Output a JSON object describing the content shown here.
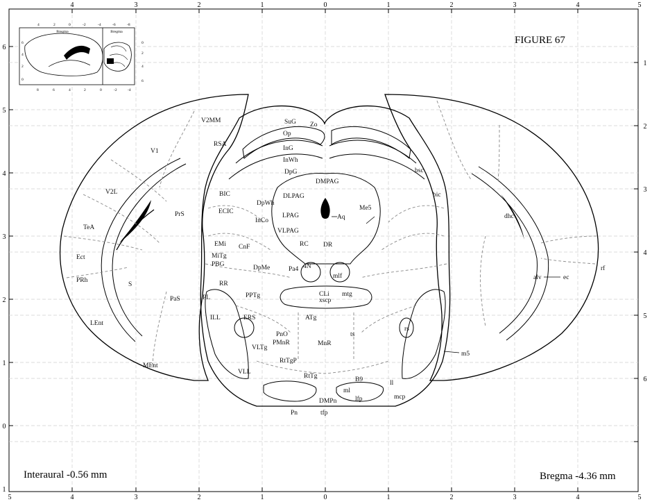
{
  "figure": {
    "title": "FIGURE 67"
  },
  "footer": {
    "interaural": "Interaural -0.56 mm",
    "bregma": "Bregma -4.36 mm"
  },
  "axes": {
    "top_ticks": [
      "4",
      "3",
      "2",
      "1",
      "0",
      "1",
      "2",
      "3",
      "4",
      "5"
    ],
    "bottom_ticks": [
      "5",
      "4",
      "3",
      "2",
      "1",
      "0",
      "1",
      "2",
      "3",
      "4",
      "5"
    ],
    "left_ticks": [
      "6",
      "5",
      "4",
      "3",
      "2",
      "1",
      "0",
      "1"
    ],
    "right_ticks": [
      "1",
      "2",
      "3",
      "4",
      "5",
      "6"
    ]
  },
  "inset": {
    "label_left": "Bregma",
    "label_right": "Bregma",
    "left_scale": [
      "6",
      "4",
      "2",
      "0"
    ],
    "bottom_scale": [
      "8",
      "6",
      "4",
      "2",
      "0",
      "-2",
      "-4"
    ],
    "top_scale": [
      "4",
      "2",
      "0",
      "-2",
      "-4",
      "-6",
      "-8"
    ],
    "right_scale": [
      "0",
      "2",
      "4",
      "6"
    ]
  },
  "regions": [
    "V2MM",
    "RSA",
    "V1",
    "V2L",
    "PrS",
    "TeA",
    "Ect",
    "PRh",
    "S",
    "LEnt",
    "PaS",
    "MEnt",
    "SuG",
    "Zo",
    "Op",
    "InG",
    "InWh",
    "DpG",
    "DMPAG",
    "DLPAG",
    "DpWh",
    "LPAG",
    "Aq",
    "Me5",
    "BIC",
    "ECIC",
    "InCo",
    "VLPAG",
    "EMi",
    "MiTg",
    "PBG",
    "CnF",
    "RC",
    "DR",
    "DpMe",
    "Pa4",
    "4N",
    "mlf",
    "RR",
    "PL",
    "PPTg",
    "CLi",
    "xscp",
    "mtg",
    "ILL",
    "ERS",
    "ATg",
    "PnO",
    "PMnR",
    "MnR",
    "ts",
    "VLTg",
    "RtTgP",
    "rs",
    "VLL",
    "RtTg",
    "B9",
    "ml",
    "DMPn",
    "lfp",
    "Pn",
    "tfp",
    "ll",
    "mcp",
    "m5",
    "bsc",
    "bic",
    "dhc",
    "alv",
    "ec",
    "rf"
  ]
}
